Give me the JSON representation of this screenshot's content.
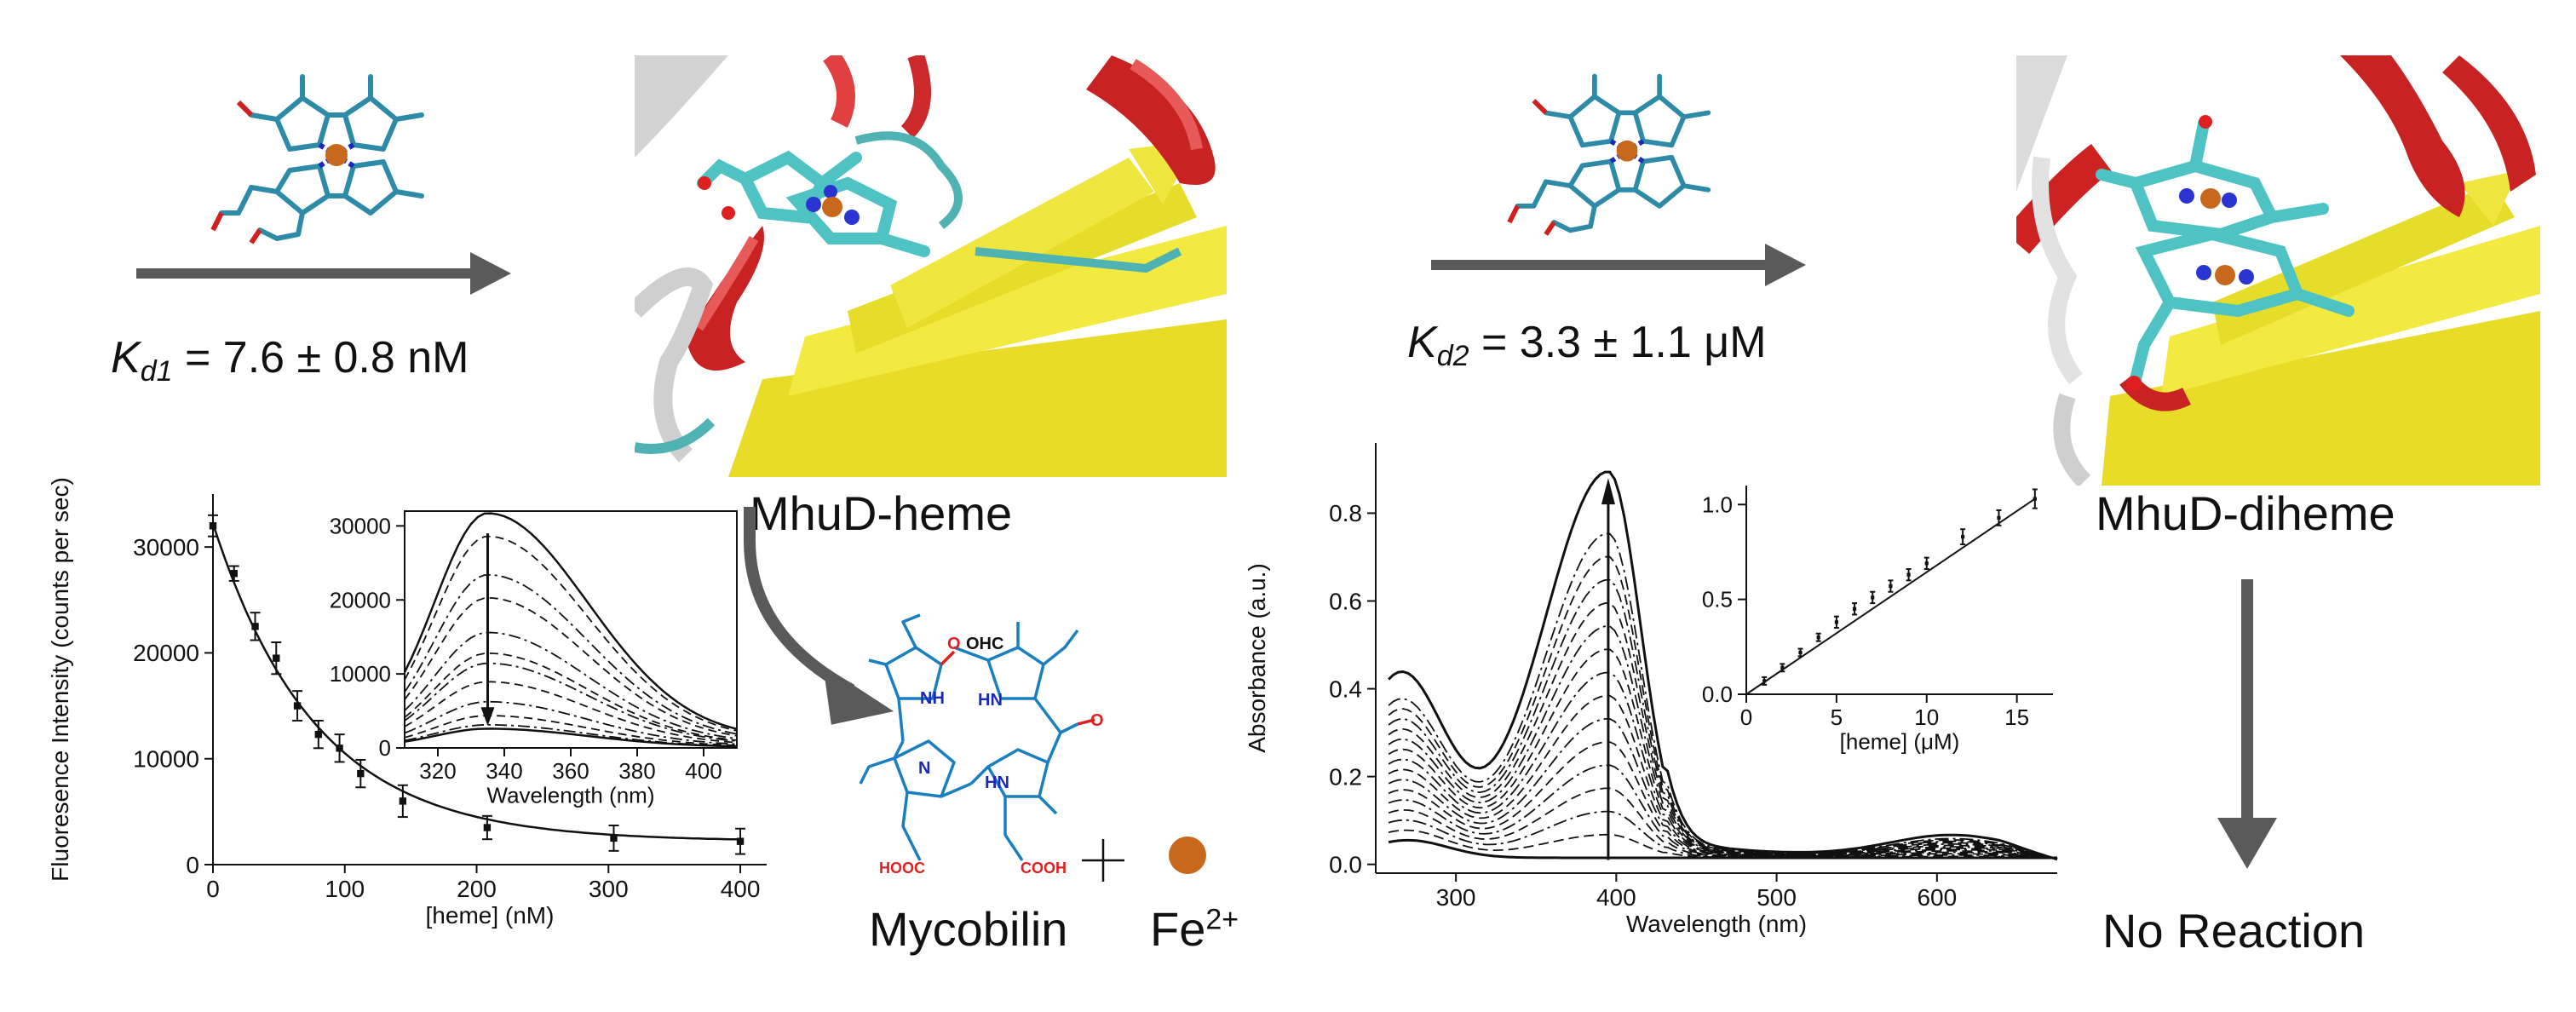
{
  "kd1": {
    "symbol": "K",
    "sub": "d1",
    "value": " = 7.6 ± 0.8 nM"
  },
  "kd2": {
    "symbol": "K",
    "sub": "d2",
    "value": " = 3.3 ± 1.1 μM"
  },
  "labels": {
    "mhud_heme": "MhuD-heme",
    "mhud_diheme": "MhuD-diheme",
    "mycobilin": "Mycobilin",
    "fe": "Fe",
    "fe_charge": "2+",
    "no_reaction": "No Reaction"
  },
  "mycobilin_atoms": {
    "o": "O",
    "ohc": "OHC",
    "nh": "NH",
    "hn": "HN",
    "n": "N",
    "hooc": "HOOC",
    "cooh": "COOH"
  },
  "colors": {
    "arrow": "#5a5a5a",
    "helix": "#d42a2a",
    "sheet": "#f0e832",
    "heme": "#4fc3c3",
    "iron": "#c8681c",
    "mycobilin": "#1a7fc1",
    "oxygen": "#e02020"
  },
  "chart_data": [
    {
      "type": "scatter",
      "name": "fluorescence titration",
      "xlabel": "[heme] (nM)",
      "ylabel": "Fluoresence Intensity (counts per sec)",
      "xlim": [
        0,
        420
      ],
      "ylim": [
        0,
        35000
      ],
      "xticks": [
        0,
        100,
        200,
        300,
        400
      ],
      "yticks": [
        0,
        10000,
        20000,
        30000
      ],
      "ytick_labels": [
        "0",
        "10000",
        "20000",
        "30000"
      ],
      "x": [
        0,
        16,
        32,
        48,
        64,
        80,
        96,
        112,
        144,
        208,
        304,
        400
      ],
      "y": [
        32000,
        27500,
        22500,
        19500,
        15000,
        12300,
        11000,
        8600,
        6000,
        3500,
        2500,
        2200
      ],
      "err": [
        1000,
        700,
        1300,
        1500,
        1400,
        1300,
        1300,
        1300,
        1500,
        1100,
        1200,
        1200
      ],
      "fit": true
    },
    {
      "type": "line",
      "name": "fluorescence spectra inset",
      "xlabel": "Wavelength (nm)",
      "ylabel": "",
      "xlim": [
        310,
        410
      ],
      "ylim": [
        0,
        32000
      ],
      "xticks": [
        320,
        340,
        360,
        380,
        400
      ],
      "yticks": [
        0,
        10000,
        20000,
        30000
      ],
      "ytick_labels": [
        "0",
        "10000",
        "20000",
        "30000"
      ],
      "peak_nm": 335,
      "series_peaks": [
        30500,
        27500,
        22500,
        19500,
        15000,
        12300,
        11000,
        8600,
        6000,
        4200,
        3000,
        2500
      ],
      "arrow": "down"
    },
    {
      "type": "line",
      "name": "absorbance spectra",
      "xlabel": "Wavelength (nm)",
      "ylabel": "Absorbance (a.u.)",
      "xlim": [
        250,
        675
      ],
      "ylim": [
        -0.02,
        0.96
      ],
      "xticks": [
        300,
        400,
        500,
        600
      ],
      "yticks": [
        0.0,
        0.2,
        0.4,
        0.6,
        0.8
      ],
      "ytick_labels": [
        "0.0",
        "0.2",
        "0.4",
        "0.6",
        "0.8"
      ],
      "soret_nm": 395,
      "series_scales": [
        0.0,
        0.06,
        0.12,
        0.18,
        0.24,
        0.3,
        0.36,
        0.42,
        0.48,
        0.54,
        0.6,
        0.66,
        0.72,
        0.78,
        0.84,
        1.0
      ],
      "arrow": "up"
    },
    {
      "type": "scatter",
      "name": "absorbance inset",
      "xlabel": "[heme] (μM)",
      "ylabel": "",
      "xlim": [
        0,
        17
      ],
      "ylim": [
        0,
        1.1
      ],
      "xticks": [
        0,
        5,
        10,
        15
      ],
      "yticks": [
        0.0,
        0.5,
        1.0
      ],
      "ytick_labels": [
        "0.0",
        "0.5",
        "1.0"
      ],
      "x": [
        1,
        2,
        3,
        4,
        5,
        6,
        7,
        8,
        9,
        10,
        12,
        14,
        16
      ],
      "y": [
        0.07,
        0.14,
        0.22,
        0.3,
        0.38,
        0.45,
        0.51,
        0.57,
        0.63,
        0.69,
        0.83,
        0.93,
        1.03
      ],
      "err": [
        0.02,
        0.02,
        0.02,
        0.02,
        0.03,
        0.03,
        0.03,
        0.03,
        0.03,
        0.03,
        0.04,
        0.04,
        0.05
      ]
    }
  ]
}
